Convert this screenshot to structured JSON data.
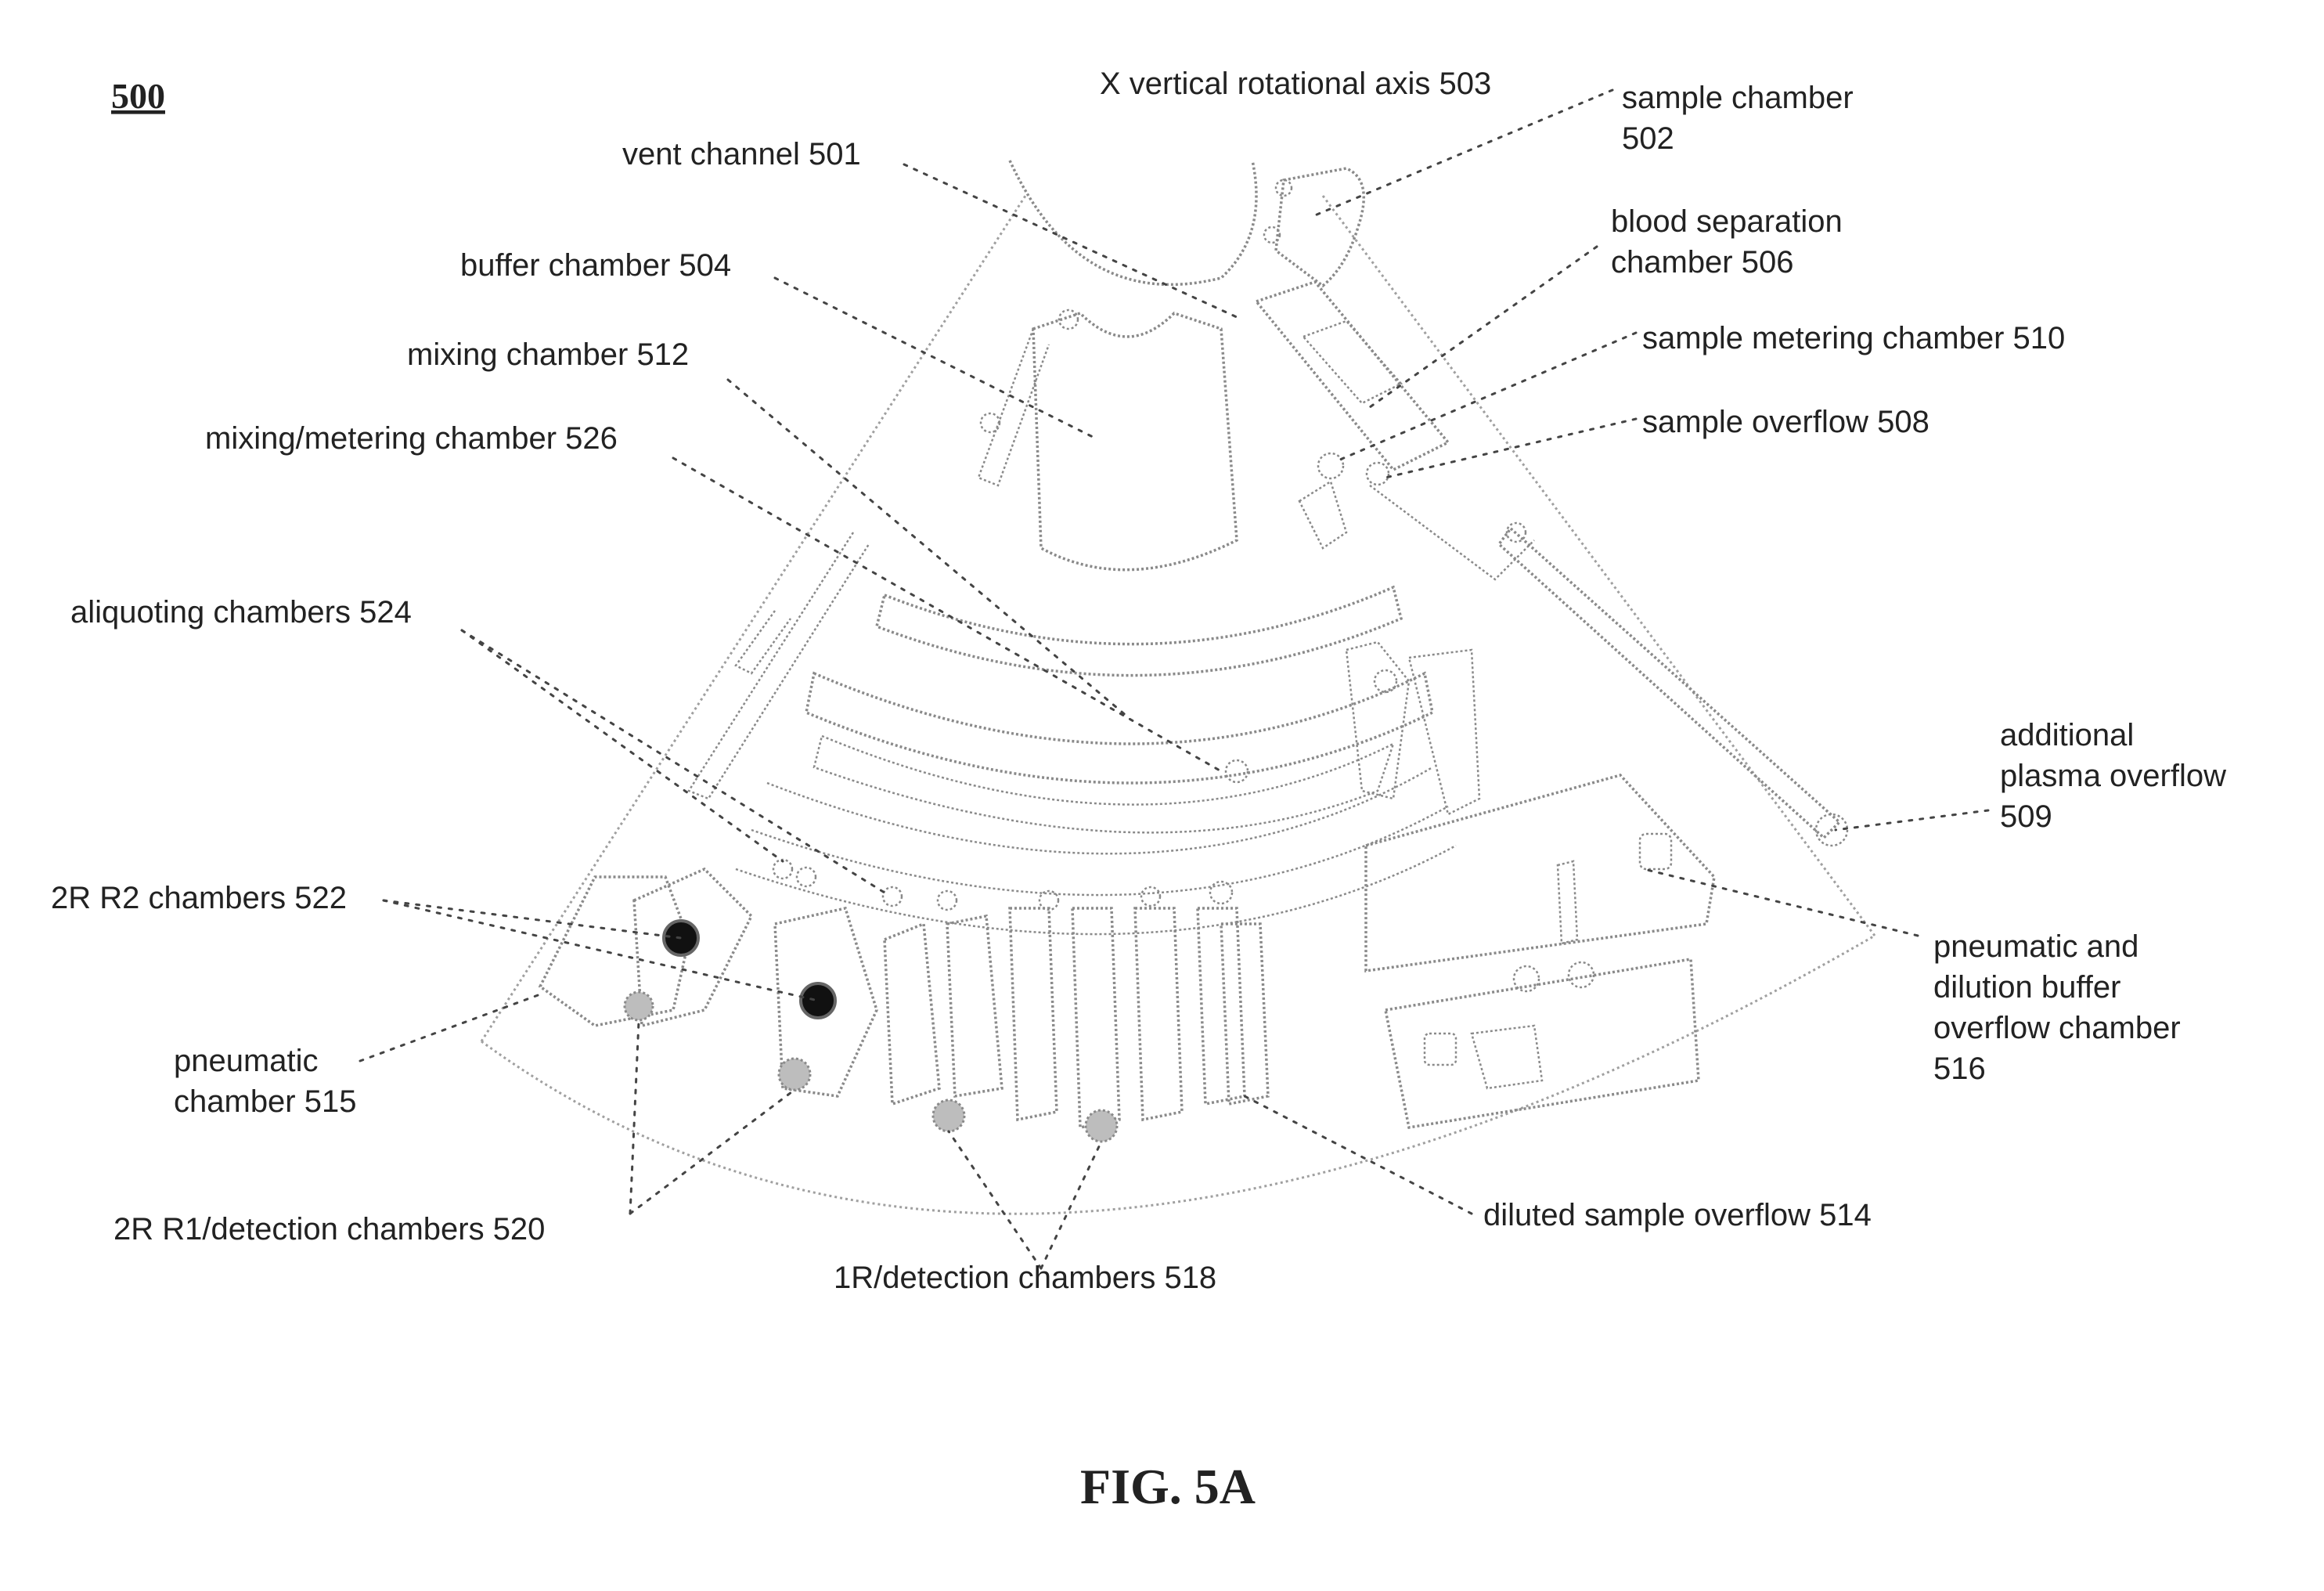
{
  "figure_number": "500",
  "caption": "FIG. 5A",
  "labels": {
    "vertical_axis": "X  vertical rotational axis 503",
    "sample_chamber_line1": "sample chamber",
    "sample_chamber_line2": "502",
    "vent_channel": "vent channel 501",
    "blood_separation_line1": "blood separation",
    "blood_separation_line2": "chamber 506",
    "buffer_chamber": "buffer chamber 504",
    "sample_metering": "sample metering chamber 510",
    "mixing_chamber": "mixing chamber 512",
    "sample_overflow": "sample overflow 508",
    "mixing_metering": "mixing/metering  chamber 526",
    "aliquoting": "aliquoting chambers 524",
    "additional_plasma_line1": "additional",
    "additional_plasma_line2": "plasma overflow",
    "additional_plasma_line3": "509",
    "r2_chambers": "2R R2 chambers 522",
    "pneumatic_dilution_line1": "pneumatic and",
    "pneumatic_dilution_line2": "dilution buffer",
    "pneumatic_dilution_line3": "overflow chamber",
    "pneumatic_dilution_line4": "516",
    "pneumatic_chamber_line1": "pneumatic",
    "pneumatic_chamber_line2": "chamber 515",
    "r1_detection": "2R R1/detection chambers 520",
    "diluted_overflow": "diluted sample overflow 514",
    "one_r_detection": "1R/detection chambers 518"
  }
}
